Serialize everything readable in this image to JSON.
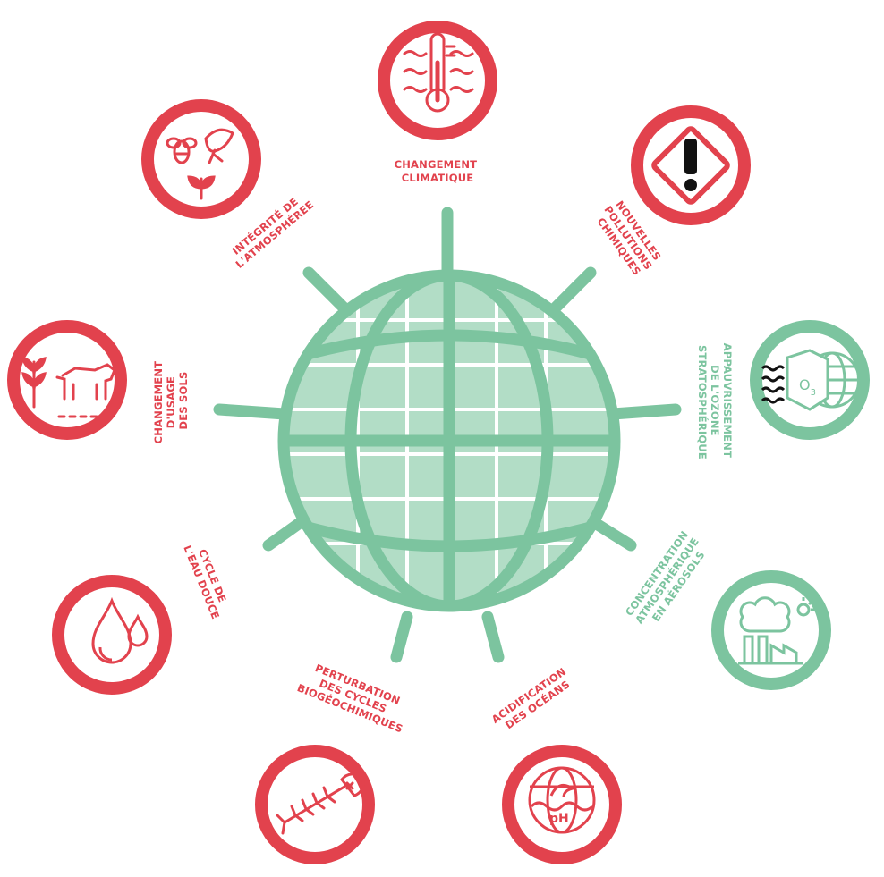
{
  "colors": {
    "red": "#e2424d",
    "green": "#7cc49f",
    "globe_fill": "#b2ddc6",
    "white": "#ffffff"
  },
  "center": {
    "icon": "globe-icon"
  },
  "boundaries": [
    {
      "id": "climate",
      "icon": "thermometer-waves-icon",
      "status": "red",
      "label_lines": [
        "CHANGEMENT",
        "CLIMATIQUE"
      ]
    },
    {
      "id": "chemical",
      "icon": "hazard-warning-icon",
      "status": "red",
      "label_lines": [
        "NOUVELLES",
        "POLLUTIONS",
        "CHIMIQUES"
      ]
    },
    {
      "id": "ozone",
      "icon": "ozone-shield-globe-icon",
      "status": "green",
      "label_lines": [
        "APPAUVRISSEMENT",
        "DE L'OZONE",
        "STRATOSPHÉRIQUE"
      ],
      "icon_text": "O",
      "icon_subscript": "3"
    },
    {
      "id": "aerosols",
      "icon": "factory-smog-icon",
      "status": "green",
      "label_lines": [
        "CONCENTRATION",
        "ATMOSPHÉRIQUE",
        "EN AÉROSOLS"
      ]
    },
    {
      "id": "ocean",
      "icon": "ocean-ph-globe-icon",
      "status": "red",
      "label_lines": [
        "ACIDIFICATION",
        "DES OCÉANS"
      ],
      "icon_text": "pH"
    },
    {
      "id": "biogeochemical",
      "icon": "fish-skeleton-icon",
      "status": "red",
      "label_lines": [
        "PERTURBATION",
        "DES CYCLES",
        "BIOGÉOCHIMIQUES"
      ]
    },
    {
      "id": "freshwater",
      "icon": "water-drops-icon",
      "status": "red",
      "label_lines": [
        "CYCLE DE",
        "L'EAU DOUCE"
      ]
    },
    {
      "id": "landuse",
      "icon": "plant-cow-icon",
      "status": "red",
      "label_lines": [
        "CHANGEMENT",
        "D'USAGE",
        "DES SOLS"
      ]
    },
    {
      "id": "biosphere",
      "icon": "bee-fish-plant-icon",
      "status": "red",
      "label_lines": [
        "INTÉGRITÉ DE",
        "L'ATMOSPHÉREE"
      ]
    }
  ]
}
